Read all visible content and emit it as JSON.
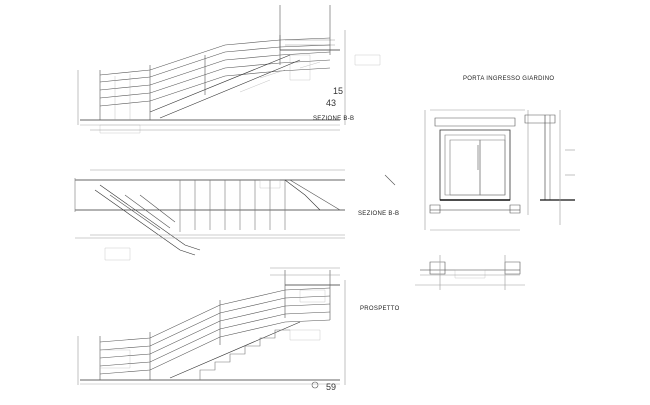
{
  "sheet": {
    "titles": {
      "sezione_top": "SEZIONE B-B",
      "sezione_mid": "SEZIONE B-B",
      "prospetto": "PROSPETTO",
      "porta": "PORTA INGRESSO GIARDINO"
    },
    "numbers": {
      "n43": "43",
      "n15": "15",
      "n59": "59"
    }
  }
}
